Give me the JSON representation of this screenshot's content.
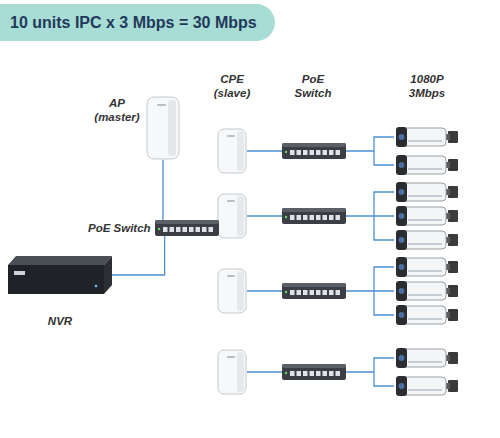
{
  "diagram": {
    "title": "10 units IPC x 3 Mbps = 30 Mbps",
    "nodes": [
      {
        "text": [
          "AP (master)"
        ]
      },
      {
        "text": [
          "PoE Switch"
        ]
      },
      {
        "text": [
          "NVR"
        ]
      }
    ],
    "edges": [
      {
        "from": 0,
        "to": 1,
        "arrow": "none"
      },
      {
        "from": 1,
        "to": 2,
        "arrow": "none"
      }
    ],
    "labels": [
      "CPE (slave)",
      "PoE Switch",
      "1080P 3Mbps"
    ]
  }
}
